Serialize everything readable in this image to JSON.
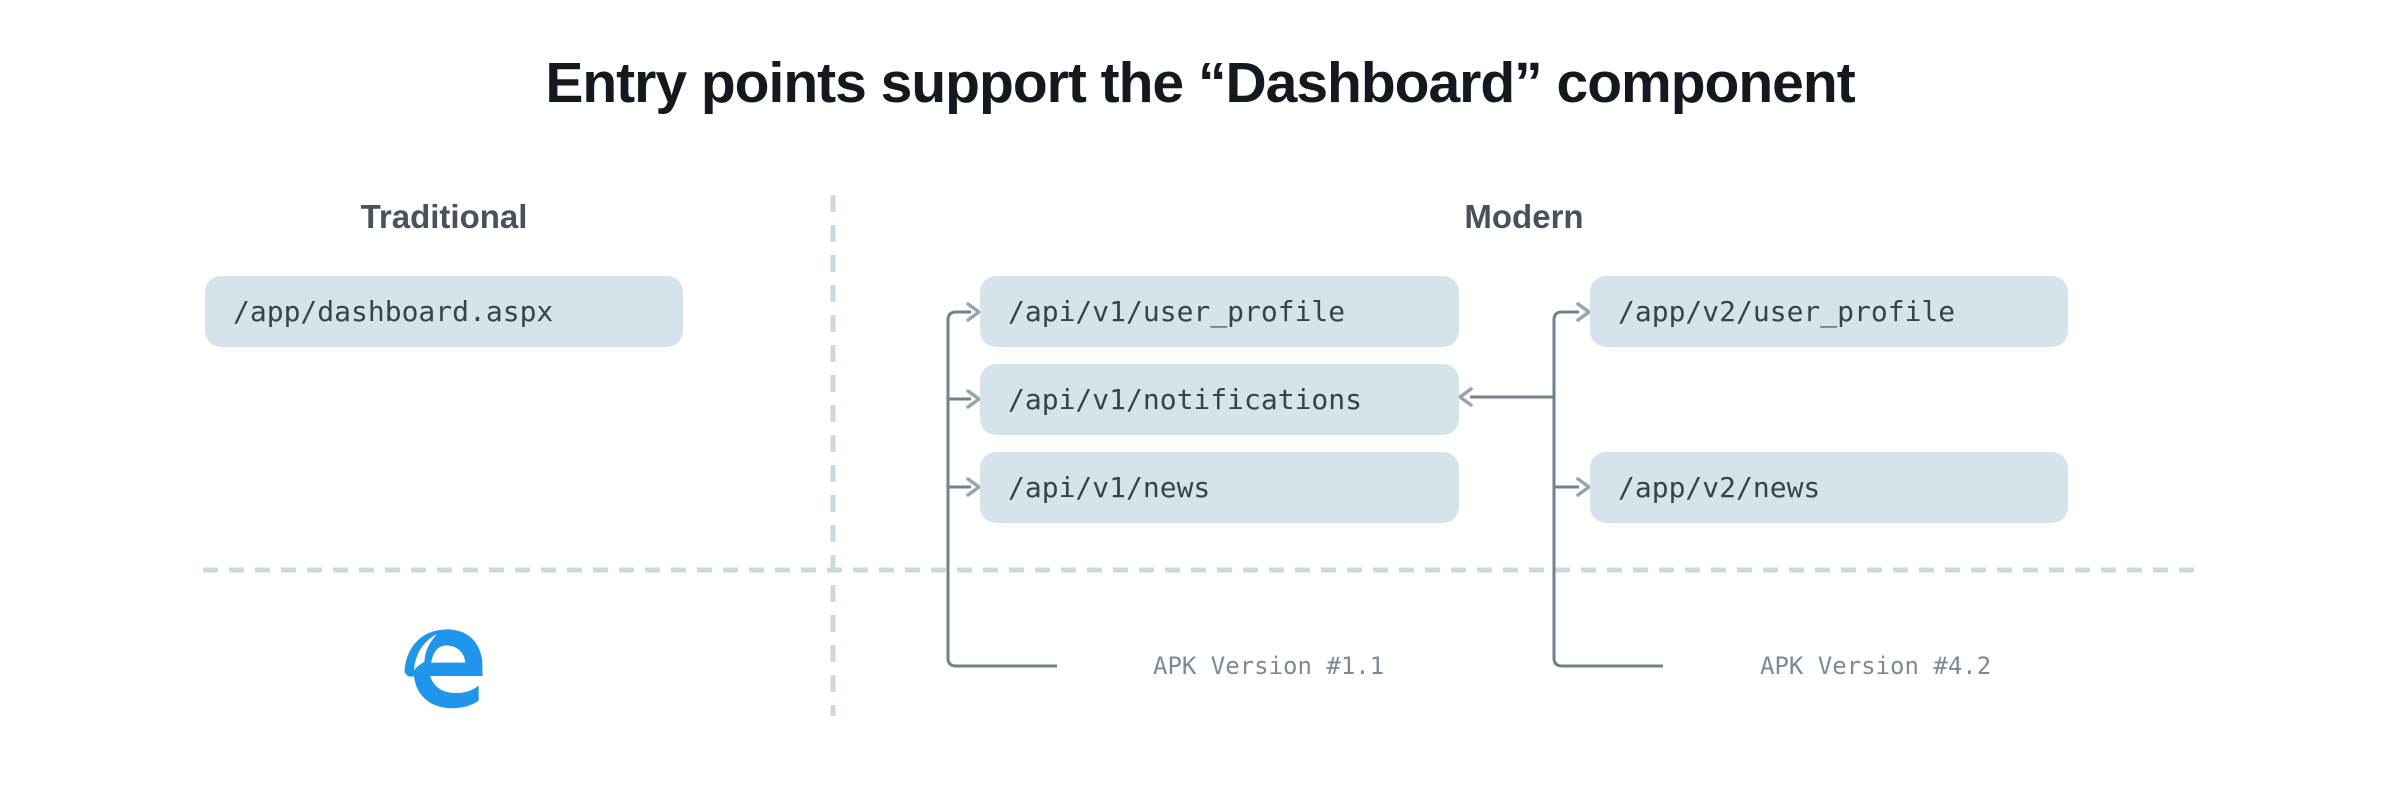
{
  "title": "Entry points support the “Dashboard” component",
  "sections": {
    "traditional": {
      "label": "Traditional"
    },
    "modern": {
      "label": "Modern"
    }
  },
  "nodes": {
    "traditional_entry": {
      "label": "/app/dashboard.aspx"
    },
    "api_v1_user_profile": {
      "label": "/api/v1/user_profile"
    },
    "api_v1_notifications": {
      "label": "/api/v1/notifications"
    },
    "api_v1_news": {
      "label": "/api/v1/news"
    },
    "app_v2_user_profile": {
      "label": "/app/v2/user_profile"
    },
    "app_v2_news": {
      "label": "/app/v2/news"
    }
  },
  "annotations": {
    "apk_version_1": "APK Version #1.1",
    "apk_version_2": "APK Version #4.2"
  },
  "icons": {
    "edge_logo": "microsoft-edge-legacy-logo"
  },
  "colors": {
    "background": "#ffffff",
    "title_text": "#14191f",
    "section_label": "#47525c",
    "node_fill": "#d7e3ea",
    "node_text": "#37424b",
    "connector": "#72828d",
    "arrowhead": "#95a5af",
    "dashed_divider": "#cbd9e1",
    "annotation_text": "#7b8a94",
    "edge_logo_blue": "#2095ec"
  }
}
